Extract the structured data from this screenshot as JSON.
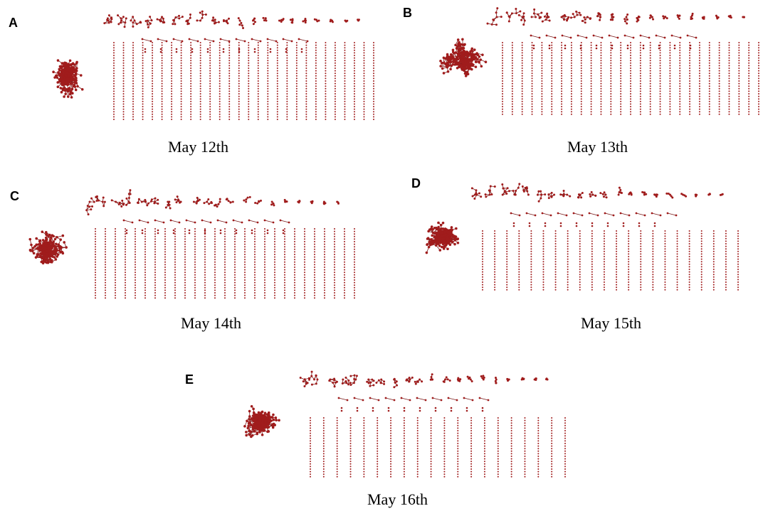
{
  "node_color": "#a01c1c",
  "edge_color": "#7a1a1a",
  "panels": [
    {
      "letter": "A",
      "caption": "May 12th",
      "singleton_columns": 28
    },
    {
      "letter": "B",
      "caption": "May 13th",
      "singleton_columns": 27
    },
    {
      "letter": "C",
      "caption": "May 14th",
      "singleton_columns": 27
    },
    {
      "letter": "D",
      "caption": "May 15th",
      "singleton_columns": 22
    },
    {
      "letter": "E",
      "caption": "May 16th",
      "singleton_columns": 20
    }
  ]
}
